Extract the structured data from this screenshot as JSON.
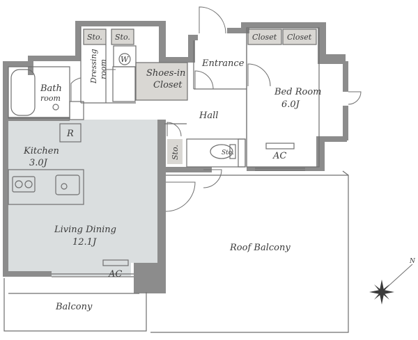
{
  "floor_plan": {
    "rooms": {
      "bath": {
        "line1": "Bath",
        "line2": "room"
      },
      "dressing": {
        "line1": "Dressing",
        "line2": "room"
      },
      "storage_1": "Sto.",
      "storage_2": "Sto.",
      "washer": "W",
      "shoes_in_closet": {
        "line1": "Shoes-in",
        "line2": "Closet"
      },
      "entrance": "Entrance",
      "closet_1": "Closet",
      "closet_2": "Closet",
      "bed_room": {
        "name": "Bed Room",
        "size": "6.0J"
      },
      "hall": "Hall",
      "refrigerator": "R",
      "kitchen": {
        "name": "Kitchen",
        "size": "3.0J"
      },
      "storage_hall": "Sto.",
      "storage_toilet": "Sto.",
      "ac_bedroom": "AC",
      "living_dining": {
        "name": "Living Dining",
        "size": "12.1J"
      },
      "ac_living": "AC",
      "roof_balcony": "Roof Balcony",
      "balcony": "Balcony"
    },
    "compass": {
      "north": "N"
    },
    "colors": {
      "wall": "#8c8c8c",
      "floor_ldk": "#dadedf",
      "closet_fill": "#d9d7d3",
      "line": "#6f6f6f"
    }
  }
}
